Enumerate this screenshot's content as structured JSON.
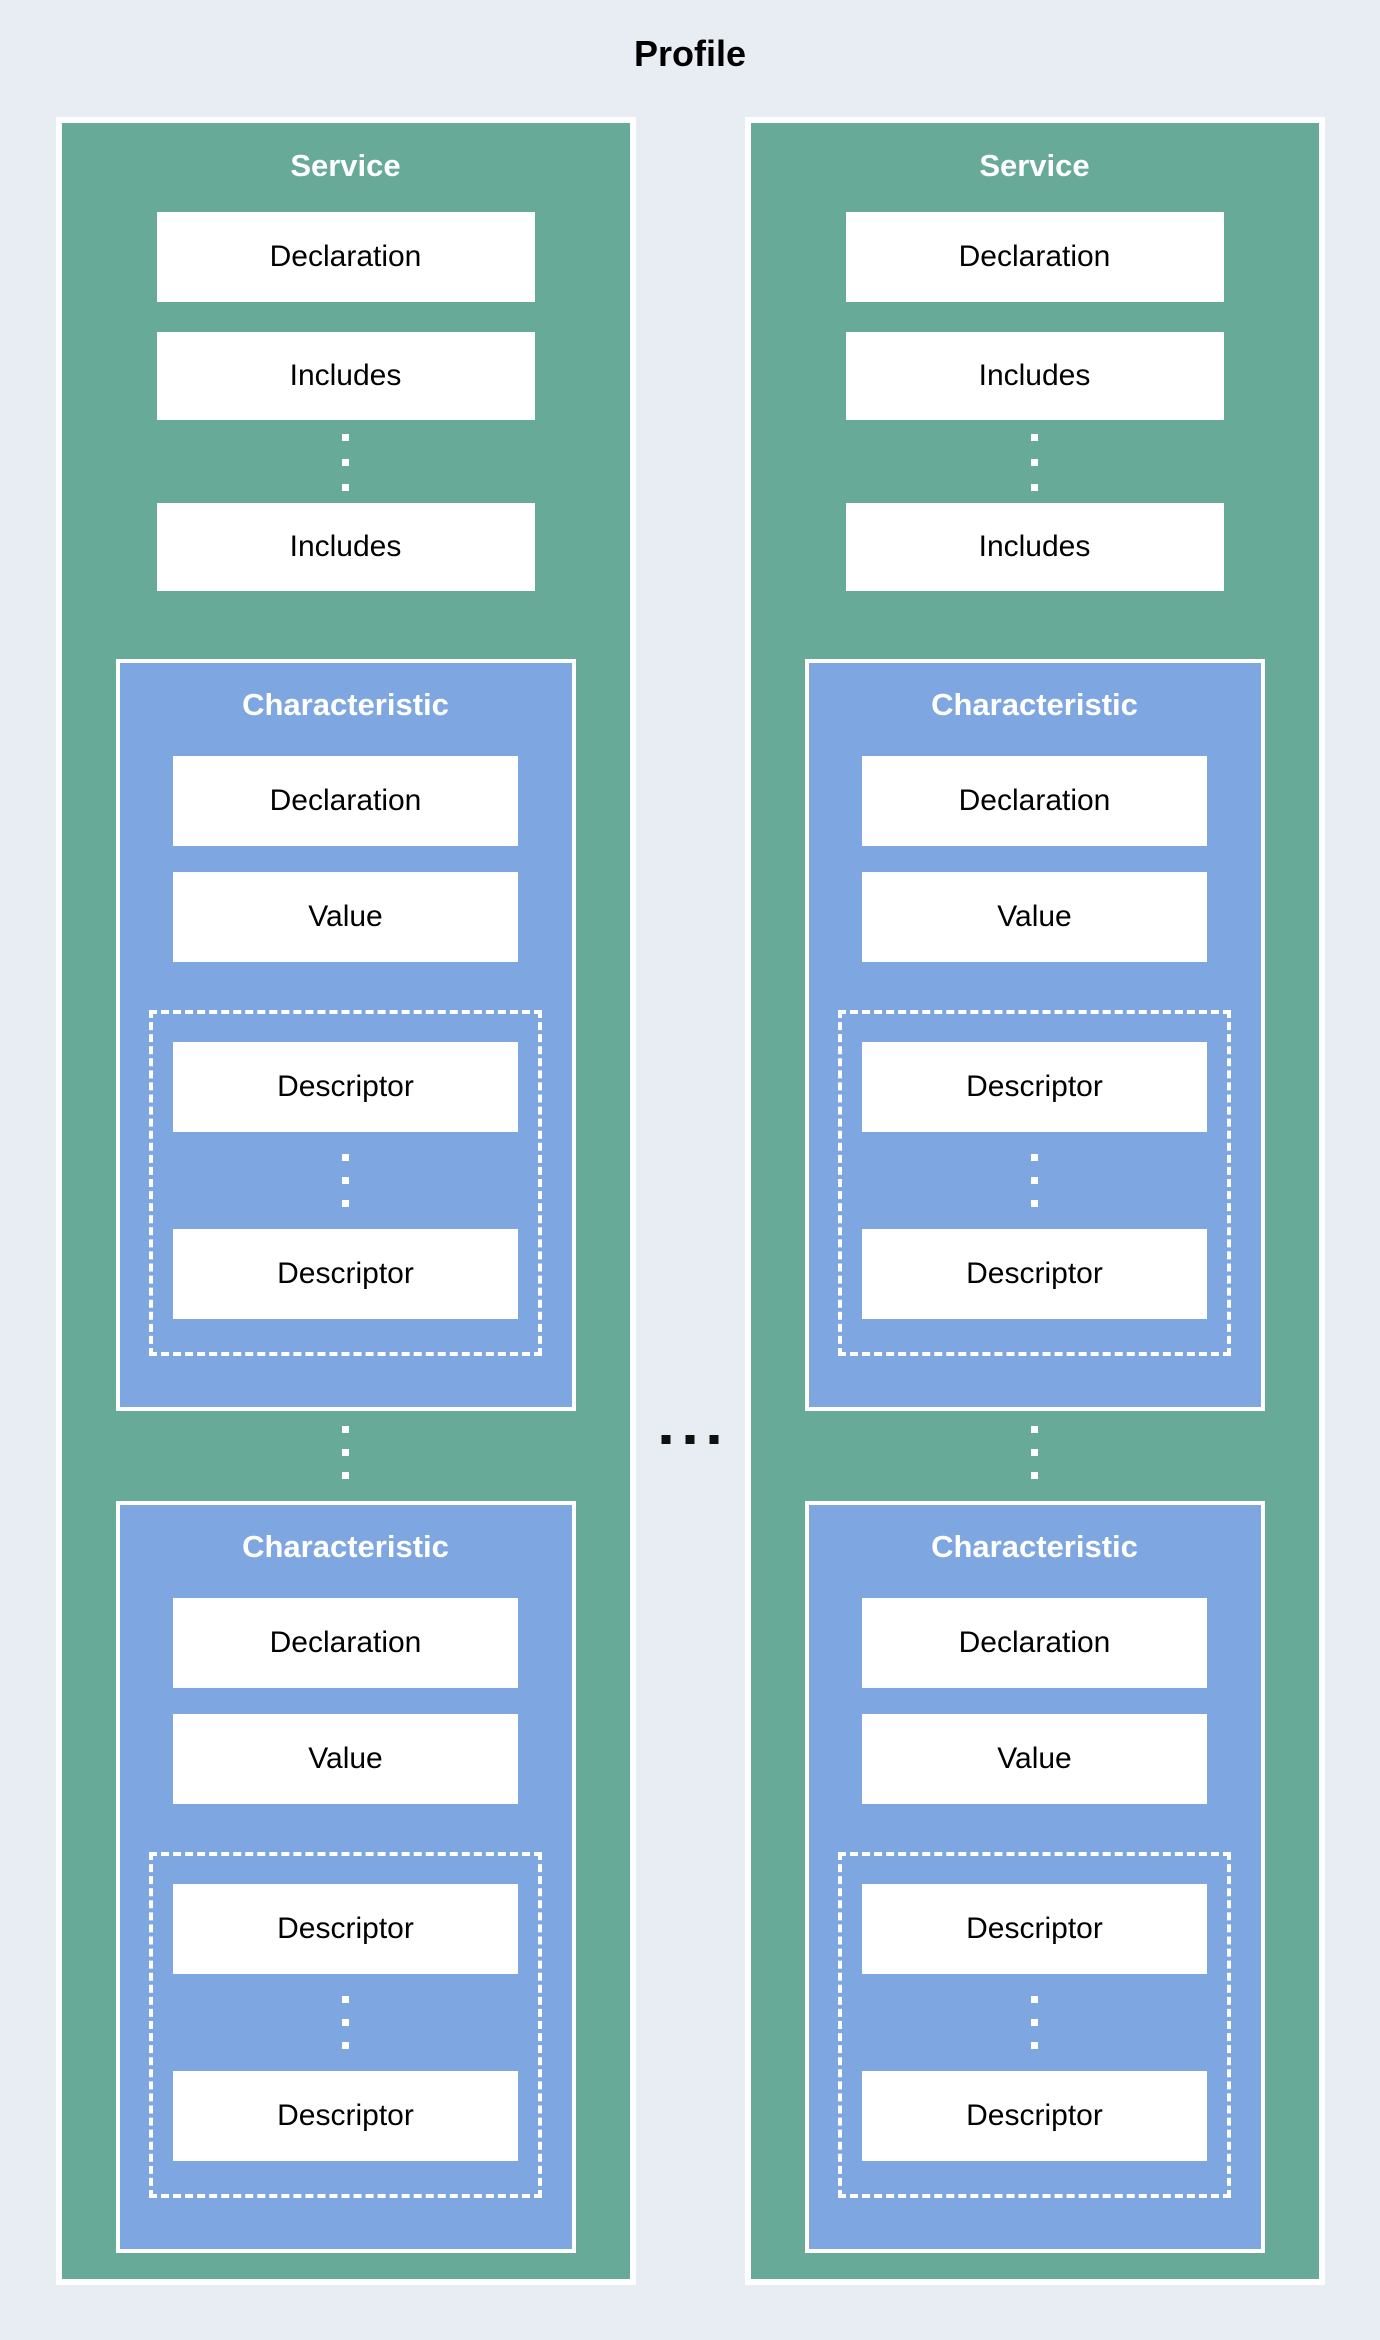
{
  "title": "Profile",
  "colors": {
    "page_bg": "#e8edf4",
    "service_fill": "#67aa98",
    "characteristic_fill": "#7ea6e0",
    "box_fill": "#ffffff",
    "border_white": "#ffffff",
    "text_dark": "#000000",
    "text_light": "#ffffff",
    "ellipsis_dark": "#111111"
  },
  "icons": {
    "more_services": "horizontal-ellipsis-icon",
    "more_includes": "vertical-ellipsis-icon",
    "more_characteristics": "vertical-ellipsis-icon",
    "more_descriptors": "vertical-ellipsis-icon"
  },
  "service": {
    "header": "Service",
    "declaration": "Declaration",
    "includes": "Includes",
    "characteristic": {
      "header": "Characteristic",
      "declaration": "Declaration",
      "value": "Value",
      "descriptor": "Descriptor"
    }
  }
}
